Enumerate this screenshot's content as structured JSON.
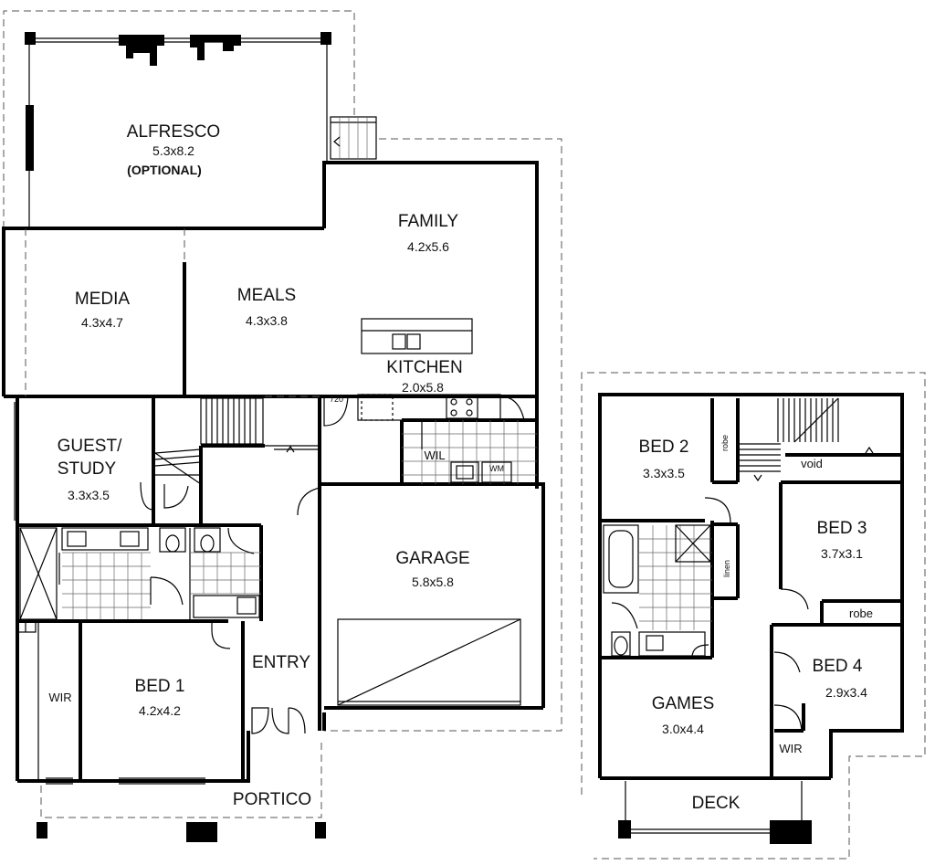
{
  "ground_floor": {
    "alfresco": {
      "name": "ALFRESCO",
      "dims": "5.3x8.2",
      "note": "(OPTIONAL)"
    },
    "family": {
      "name": "FAMILY",
      "dims": "4.2x5.6"
    },
    "media": {
      "name": "MEDIA",
      "dims": "4.3x4.7"
    },
    "meals": {
      "name": "MEALS",
      "dims": "4.3x3.8"
    },
    "kitchen": {
      "name": "KITCHEN",
      "dims": "2.0x5.8"
    },
    "guest": {
      "name_line1": "GUEST/",
      "name_line2": "STUDY",
      "dims": "3.3x3.5"
    },
    "garage": {
      "name": "GARAGE",
      "dims": "5.8x5.8"
    },
    "entry": {
      "name": "ENTRY"
    },
    "bed1": {
      "name": "BED 1",
      "dims": "4.2x4.2"
    },
    "wir": {
      "name": "WIR"
    },
    "portico": {
      "name": "PORTICO"
    },
    "wil": {
      "name": "WIL"
    },
    "wm": {
      "name": "WM"
    },
    "fridge_space": {
      "name": "720"
    }
  },
  "upper_floor": {
    "bed2": {
      "name": "BED 2",
      "dims": "3.3x3.5"
    },
    "bed3": {
      "name": "BED 3",
      "dims": "3.7x3.1"
    },
    "bed4": {
      "name": "BED 4",
      "dims": "2.9x3.4"
    },
    "games": {
      "name": "GAMES",
      "dims": "3.0x4.4"
    },
    "deck": {
      "name": "DECK"
    },
    "void": {
      "name": "void"
    },
    "robe2": {
      "name": "robe"
    },
    "robe3": {
      "name": "robe"
    },
    "linen": {
      "name": "linen"
    },
    "wir4": {
      "name": "WIR"
    }
  }
}
